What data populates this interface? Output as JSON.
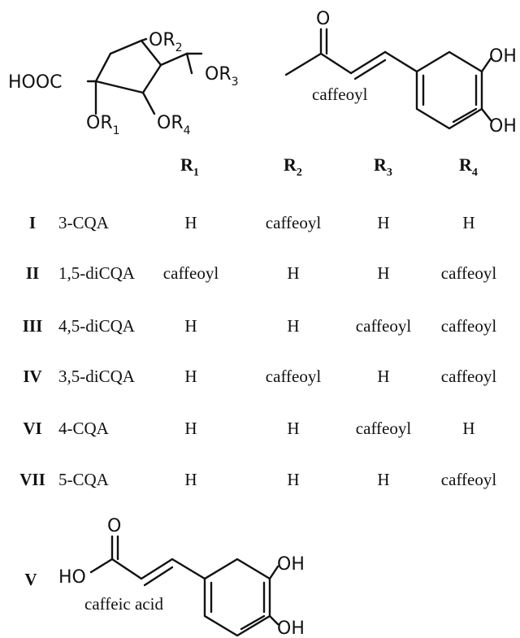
{
  "structures": {
    "quinic": {
      "acid": "HOOC",
      "or_prefix": "OR",
      "subs": [
        "1",
        "2",
        "3",
        "4"
      ]
    },
    "caffeoyl": {
      "oxygen": "O",
      "oh_top": "OH",
      "oh_bottom": "OH",
      "label": "caffeoyl"
    },
    "caffeic": {
      "row_id": "V",
      "oxygen": "O",
      "acid_oh": "HO",
      "oh_top": "OH",
      "oh_bottom": "OH",
      "label": "caffeic acid"
    }
  },
  "table": {
    "header_letter": "R",
    "headers": [
      "1",
      "2",
      "3",
      "4"
    ],
    "rows": [
      {
        "id": "I",
        "name": "3-CQA",
        "r": [
          "H",
          "caffeoyl",
          "H",
          "H"
        ]
      },
      {
        "id": "II",
        "name": "1,5-diCQA",
        "r": [
          "caffeoyl",
          "H",
          "H",
          "caffeoyl"
        ]
      },
      {
        "id": "III",
        "name": "4,5-diCQA",
        "r": [
          "H",
          "H",
          "caffeoyl",
          "caffeoyl"
        ]
      },
      {
        "id": "IV",
        "name": "3,5-diCQA",
        "r": [
          "H",
          "caffeoyl",
          "H",
          "caffeoyl"
        ]
      },
      {
        "id": "VI",
        "name": "4-CQA",
        "r": [
          "H",
          "H",
          "caffeoyl",
          "H"
        ]
      },
      {
        "id": "VII",
        "name": "5-CQA",
        "r": [
          "H",
          "H",
          "H",
          "caffeoyl"
        ]
      }
    ]
  }
}
